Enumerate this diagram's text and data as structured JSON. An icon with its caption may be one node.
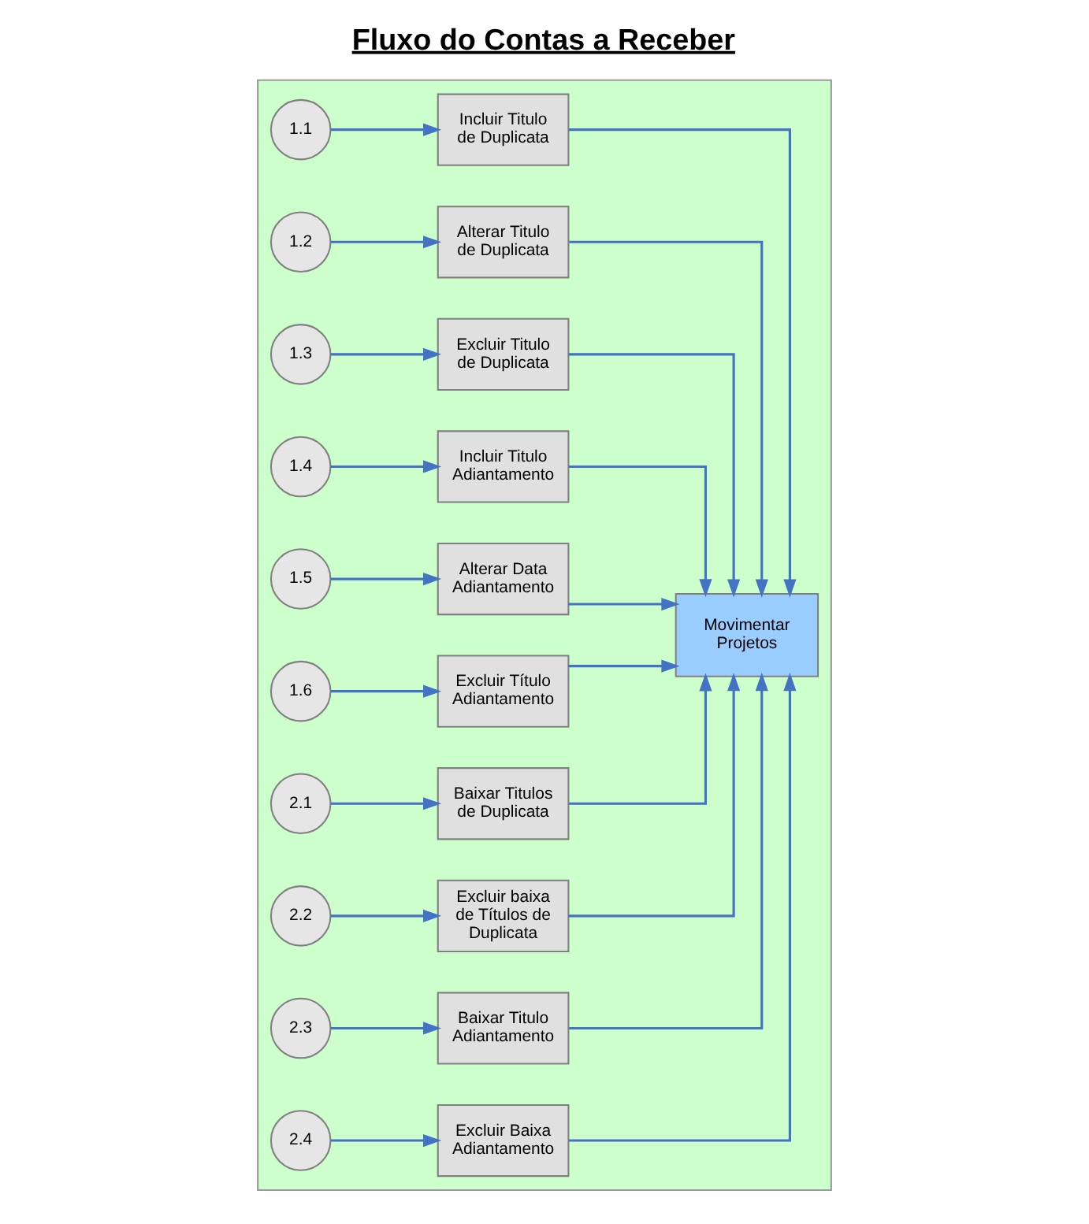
{
  "diagram": {
    "title": "Fluxo do Contas a Receber",
    "nodes": [
      {
        "text": [],
        "shape": "box"
      },
      {
        "text": [
          "1.1"
        ],
        "in": 0
      },
      {
        "text": [
          "Incluir Titulo de Duplicata"
        ],
        "in": 0
      },
      {
        "text": [
          "1.2"
        ],
        "in": 0
      },
      {
        "text": [
          "Alterar Titulo de Duplicata"
        ],
        "in": 0
      },
      {
        "text": [
          "1.3"
        ],
        "in": 0
      },
      {
        "text": [
          "Excluir Titulo de Duplicata"
        ],
        "in": 0
      },
      {
        "text": [
          "1.4"
        ],
        "in": 0
      },
      {
        "text": [
          "Incluir Titulo Adiantamento"
        ],
        "in": 0
      },
      {
        "text": [
          "1.5"
        ],
        "in": 0
      },
      {
        "text": [
          "Alterar Data Adiantamento"
        ],
        "in": 0
      },
      {
        "text": [
          "1.6"
        ],
        "in": 0
      },
      {
        "text": [
          "Excluir Título Adiantamento"
        ],
        "in": 0
      },
      {
        "text": [
          "2.1"
        ],
        "in": 0
      },
      {
        "text": [
          "Baixar Titulos de Duplicata"
        ],
        "in": 0
      },
      {
        "text": [
          "2.2"
        ],
        "in": 0
      },
      {
        "text": [
          "Excluir baixa de Títulos de Duplicata"
        ],
        "in": 0
      },
      {
        "text": [
          "2.3"
        ],
        "in": 0
      },
      {
        "text": [
          "Baixar Titulo Adiantamento"
        ],
        "in": 0
      },
      {
        "text": [
          "2.4"
        ],
        "in": 0
      },
      {
        "text": [
          "Excluir Baixa Adiantamento"
        ],
        "in": 0
      },
      {
        "text": [
          "Movimentar Projetos"
        ],
        "in": 0
      }
    ],
    "edges": [
      {
        "from": 1,
        "to": 2,
        "arrow": "to"
      },
      {
        "from": 2,
        "to": 21,
        "arrow": "to"
      },
      {
        "from": 3,
        "to": 4,
        "arrow": "to"
      },
      {
        "from": 4,
        "to": 21,
        "arrow": "to"
      },
      {
        "from": 5,
        "to": 6,
        "arrow": "to"
      },
      {
        "from": 6,
        "to": 21,
        "arrow": "to"
      },
      {
        "from": 7,
        "to": 8,
        "arrow": "to"
      },
      {
        "from": 8,
        "to": 21,
        "arrow": "to"
      },
      {
        "from": 9,
        "to": 10,
        "arrow": "to"
      },
      {
        "from": 10,
        "to": 21,
        "arrow": "to"
      },
      {
        "from": 11,
        "to": 12,
        "arrow": "to"
      },
      {
        "from": 12,
        "to": 21,
        "arrow": "to"
      },
      {
        "from": 13,
        "to": 14,
        "arrow": "to"
      },
      {
        "from": 14,
        "to": 21,
        "arrow": "to"
      },
      {
        "from": 15,
        "to": 16,
        "arrow": "to"
      },
      {
        "from": 16,
        "to": 21,
        "arrow": "to"
      },
      {
        "from": 17,
        "to": 18,
        "arrow": "to"
      },
      {
        "from": 18,
        "to": 21,
        "arrow": "to"
      },
      {
        "from": 19,
        "to": 20,
        "arrow": "to"
      },
      {
        "from": 20,
        "to": 21,
        "arrow": "to"
      }
    ]
  }
}
